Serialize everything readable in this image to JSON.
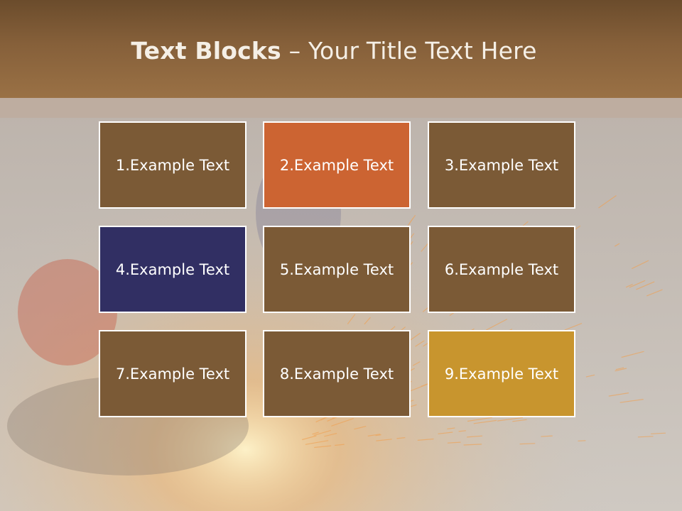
{
  "slide": {
    "title_bold": "Text Blocks",
    "title_separator": " – ",
    "title_rest": "Your Title Text Here"
  },
  "blocks": [
    {
      "label": "1.Example Text",
      "color": "#7b5a36"
    },
    {
      "label": "2.Example Text",
      "color": "#cc6432"
    },
    {
      "label": "3.Example Text",
      "color": "#7b5a36"
    },
    {
      "label": "4.Example Text",
      "color": "#312f63"
    },
    {
      "label": "5.Example Text",
      "color": "#7b5a36"
    },
    {
      "label": "6.Example Text",
      "color": "#7b5a36"
    },
    {
      "label": "7.Example Text",
      "color": "#7b5a36"
    },
    {
      "label": "8.Example Text",
      "color": "#7b5a36"
    },
    {
      "label": "9.Example Text",
      "color": "#c8952e"
    }
  ],
  "colors": {
    "header": "#86603a",
    "block_border": "#ffffff",
    "title_text": "#f5efe6"
  }
}
